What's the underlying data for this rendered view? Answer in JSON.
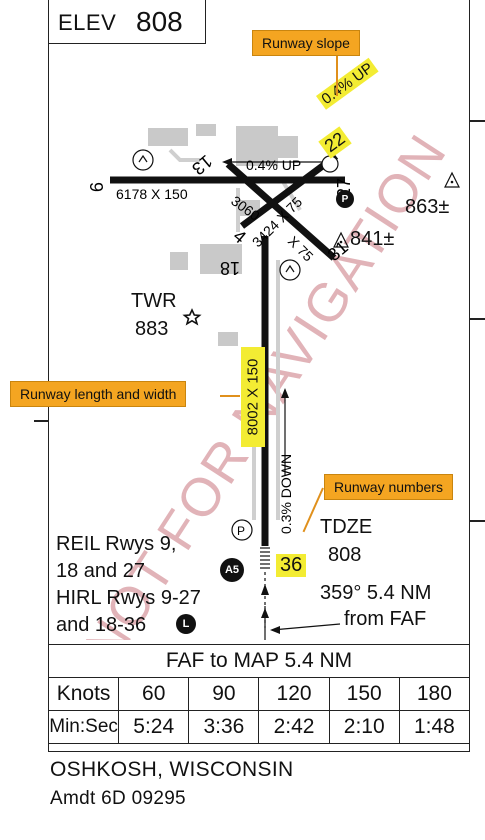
{
  "header": {
    "elev_label": "ELEV",
    "elev_value": "808"
  },
  "callouts": {
    "runway_slope": "Runway slope",
    "runway_length_width": "Runway length and width",
    "runway_numbers": "Runway numbers"
  },
  "runways": {
    "rwy_9_27": {
      "end_west": "9",
      "end_east": "27",
      "dims": "6178 X 150",
      "slope": "0.4% UP"
    },
    "rwy_4_22": {
      "end_sw": "4",
      "end_ne": "22",
      "dims": "3060",
      "slope": "0.4% UP"
    },
    "rwy_13_31": {
      "end_nw": "13",
      "end_se": "31",
      "dims": "3424 X 75",
      "dims_b": "X 75"
    },
    "rwy_18_36": {
      "end_north": "18",
      "end_south": "36",
      "dims": "8002 X 150",
      "slope": "0.3% DOWN"
    }
  },
  "labels": {
    "twr": "TWR",
    "twr_elev": "883",
    "obstacle_ne": "863±",
    "obstacle_mid": "841±",
    "tdze_label": "TDZE",
    "tdze_value": "808",
    "lighting_1": "REIL Rwys 9,",
    "lighting_2": "18 and 27",
    "lighting_3": "HIRL Rwys 9-27",
    "lighting_4": "and 18-36",
    "faf_line_1": "359° 5.4 NM",
    "faf_line_2": "from FAF",
    "approach_light": "A5",
    "pilot_controlled": "L",
    "parking": "P",
    "watermark": "NOT FOR NAVIGATION"
  },
  "minima_table": {
    "title": "FAF to MAP  5.4 NM",
    "row_headers": [
      "Knots",
      "Min:Sec"
    ],
    "knots": [
      "60",
      "90",
      "120",
      "150",
      "180"
    ],
    "times": [
      "5:24",
      "3:36",
      "2:42",
      "2:10",
      "1:48"
    ]
  },
  "footer": {
    "airport": "OSHKOSH, WISCONSIN",
    "amendment": "Amdt 6D  09295"
  },
  "colors": {
    "callout": "#f4a521",
    "highlight": "#f3ec33",
    "watermark": "#d9a0a6",
    "buildings": "#c9c9c9"
  }
}
